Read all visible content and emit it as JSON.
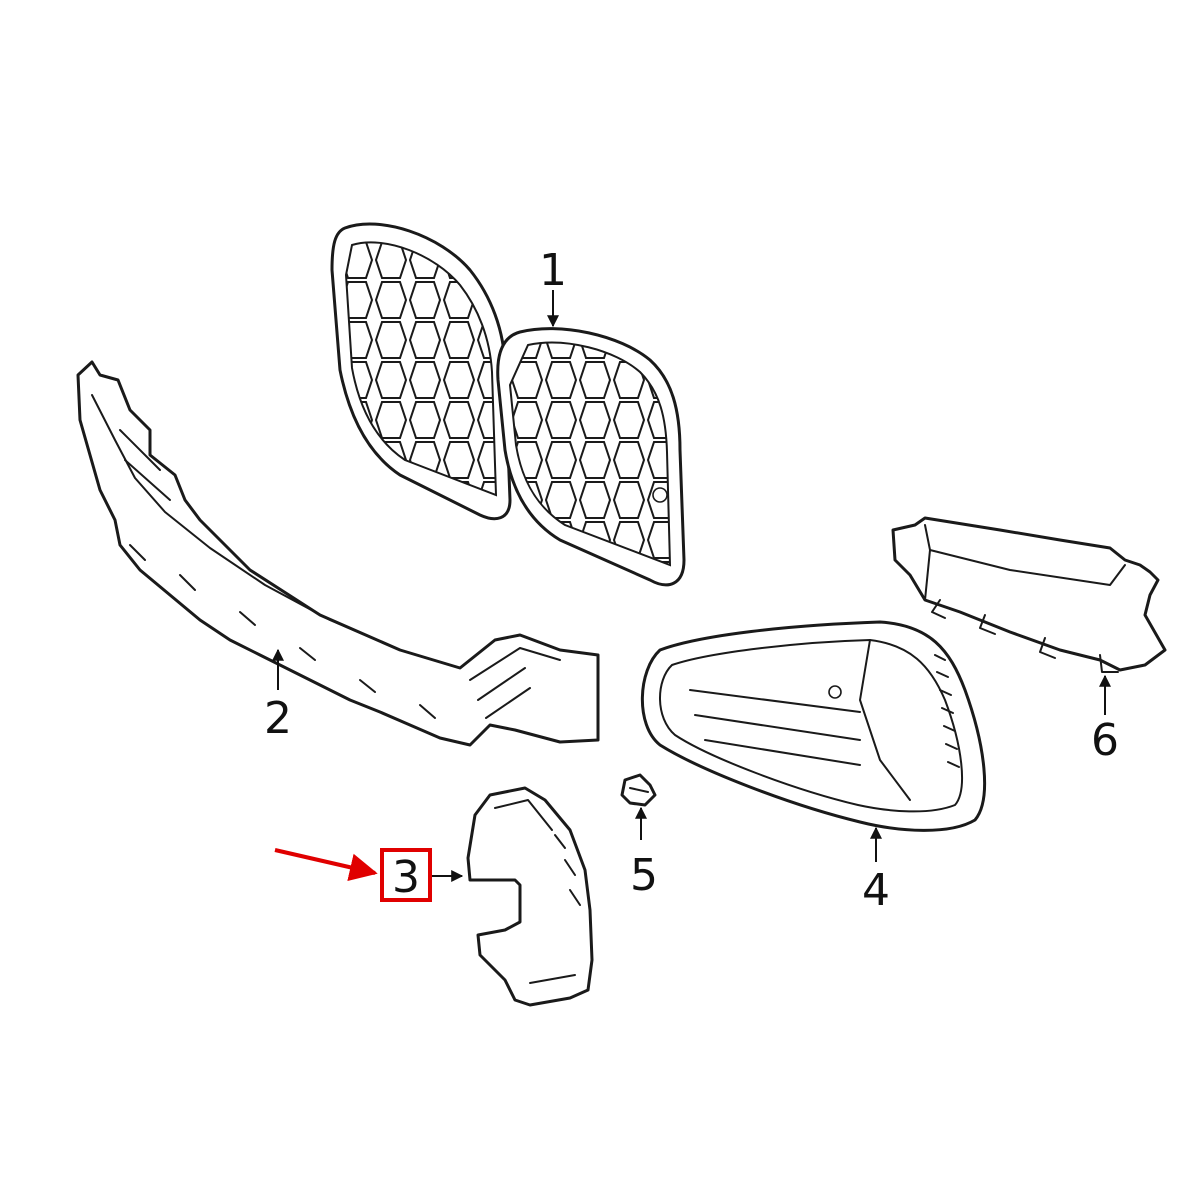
{
  "callouts": [
    {
      "id": "1",
      "label": "1",
      "part": "kidney-grille"
    },
    {
      "id": "2",
      "label": "2",
      "part": "lower-bumper-support"
    },
    {
      "id": "3",
      "label": "3",
      "part": "corner-trim-cover",
      "highlighted": true
    },
    {
      "id": "4",
      "label": "4",
      "part": "fog-lamp-bezel"
    },
    {
      "id": "5",
      "label": "5",
      "part": "clip"
    },
    {
      "id": "6",
      "label": "6",
      "part": "side-bracket"
    }
  ],
  "colors": {
    "line": "#1a1a1a",
    "highlight": "#e00000",
    "background": "#ffffff"
  }
}
